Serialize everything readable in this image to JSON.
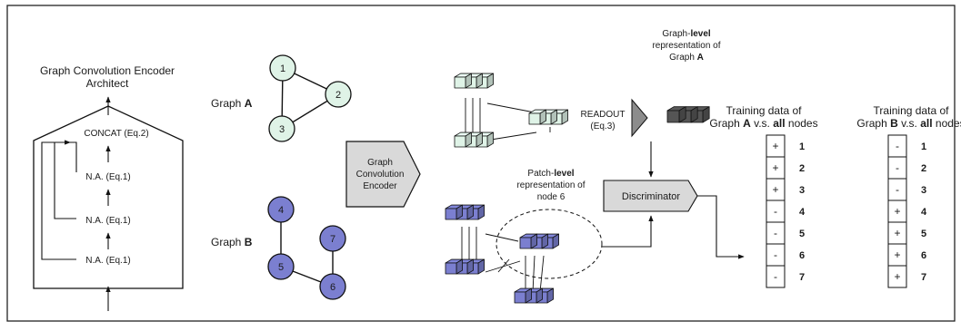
{
  "encoder_arch": {
    "title_line1": "Graph Convolution Encoder",
    "title_line2": "Architect",
    "layers": [
      "CONCAT (Eq.2)",
      "N.A. (Eq.1)",
      "N.A. (Eq.1)",
      "N.A. (Eq.1)"
    ]
  },
  "graph_a": {
    "label_prefix": "Graph ",
    "label_bold": "A",
    "color": "#dff3e7",
    "nodes": [
      "1",
      "2",
      "3"
    ]
  },
  "graph_b": {
    "label_prefix": "Graph ",
    "label_bold": "B",
    "color": "#7b7fd0",
    "nodes": [
      "4",
      "5",
      "6",
      "7"
    ]
  },
  "encoder_box": {
    "line1": "Graph",
    "line2": "Convolution",
    "line3": "Encoder",
    "color": "#d9d9d9"
  },
  "readout": {
    "line1": "READOUT",
    "line2": "(Eq.3)",
    "color": "#8c8c8c"
  },
  "graph_level": {
    "line1_prefix": "Graph-",
    "line1_bold": "level",
    "line2": "representation of",
    "line3_prefix": "Graph ",
    "line3_bold": "A",
    "color": "#555555"
  },
  "patch_level": {
    "line1_prefix": "Patch-",
    "line1_bold": "level",
    "line2": "representation of",
    "line3": "node 6"
  },
  "discriminator": {
    "label": "Discriminator"
  },
  "training_a": {
    "header_line1": "Training data of",
    "header_line2_prefix": "Graph ",
    "header_line2_bold": "A",
    "header_line2_mid": " v.s. ",
    "header_line2_bold2": "all",
    "header_line2_suffix": " nodes",
    "signs": [
      "+",
      "+",
      "+",
      "-",
      "-",
      "-",
      "-"
    ],
    "nodes": [
      "1",
      "2",
      "3",
      "4",
      "5",
      "6",
      "7"
    ]
  },
  "training_b": {
    "header_line1": "Training data of",
    "header_line2_prefix": "Graph ",
    "header_line2_bold": "B",
    "header_line2_mid": " v.s. ",
    "header_line2_bold2": "all",
    "header_line2_suffix": " nodes",
    "signs": [
      "-",
      "-",
      "-",
      "+",
      "+",
      "+",
      "+"
    ],
    "nodes": [
      "1",
      "2",
      "3",
      "4",
      "5",
      "6",
      "7"
    ]
  }
}
